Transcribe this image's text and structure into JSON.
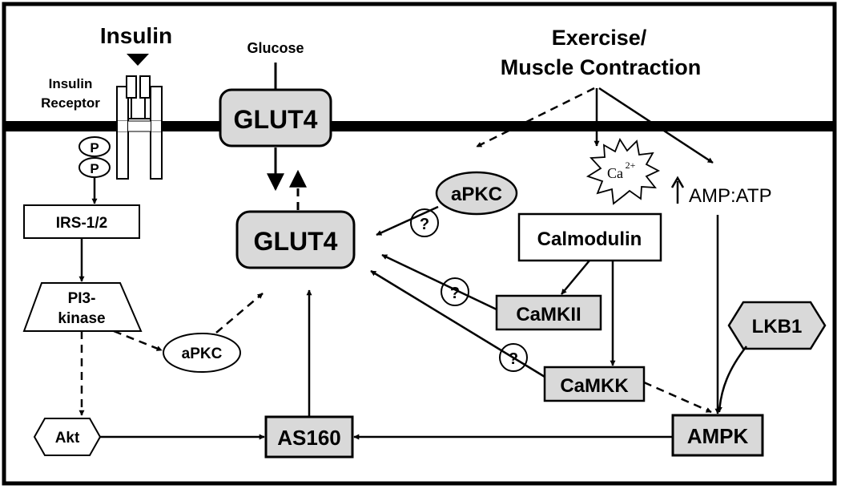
{
  "insulin": "Insulin",
  "insulin_receptor": [
    "Insulin",
    "Receptor"
  ],
  "glucose": "Glucose",
  "exercise": [
    "Exercise/",
    "Muscle Contraction"
  ],
  "glut4_membrane": "GLUT4",
  "glut4_vesicle": "GLUT4",
  "phospho": [
    "P",
    "P"
  ],
  "irs": "IRS-1/2",
  "pi3k": [
    "PI3-",
    "kinase"
  ],
  "apkc_insulin": "aPKC",
  "apkc_exercise": "aPKC",
  "akt": "Akt",
  "as160": "AS160",
  "calcium": "Ca",
  "calcium_charge": "2+",
  "amp_atp": "AMP:ATP",
  "calmodulin": "Calmodulin",
  "camkii": "CaMKII",
  "camkk": "CaMKK",
  "lkb1": "LKB1",
  "ampk": "AMPK",
  "question": [
    "?",
    "?",
    "?"
  ]
}
